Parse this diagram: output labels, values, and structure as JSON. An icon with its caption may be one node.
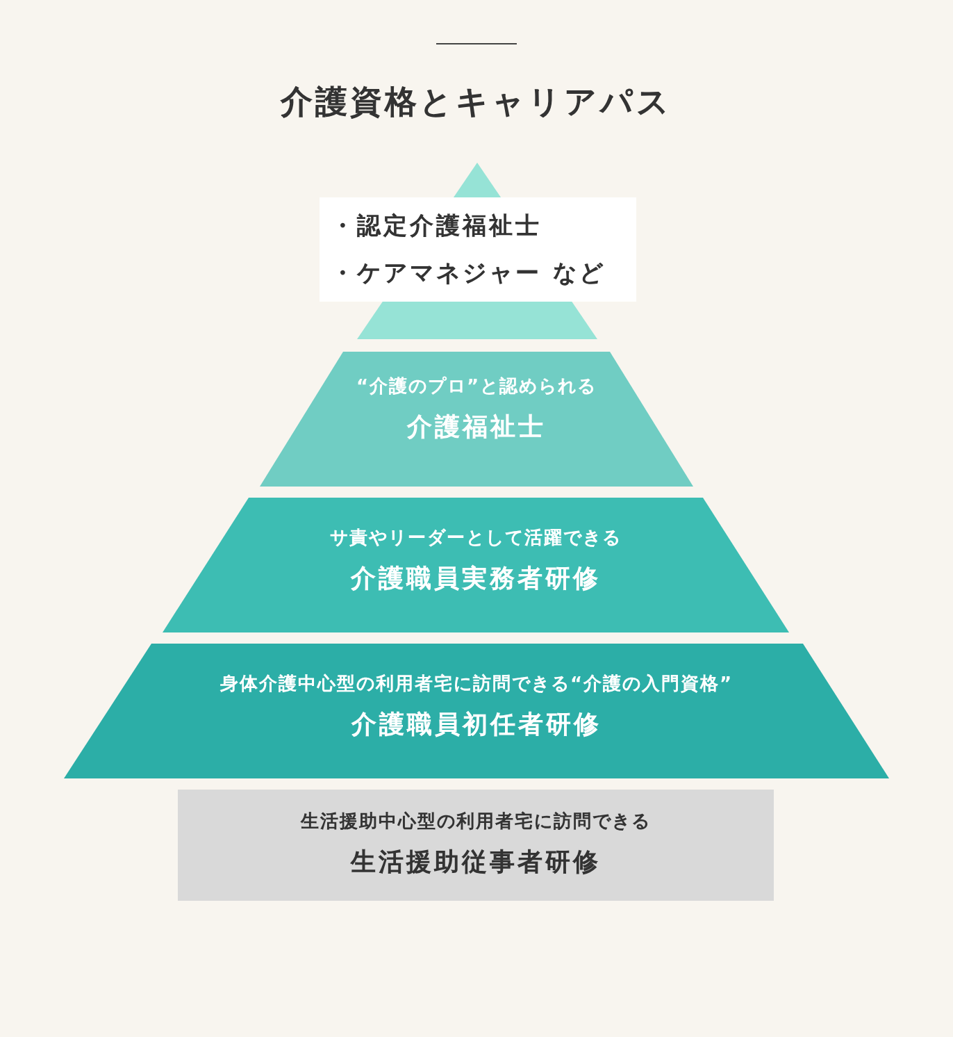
{
  "diagram": {
    "title": "介護資格とキャリアパス",
    "nodes": [
      {
        "text": [],
        "shape": "triangle"
      },
      {
        "text": [
          "・認定介護福祉士",
          "・ケアマネジャー など"
        ]
      },
      {
        "text": [
          "“介護のプロ”と認められる",
          "介護福祉士"
        ]
      },
      {
        "text": [
          "サ責やリーダーとして活躍できる",
          "介護職員実務者研修"
        ]
      },
      {
        "text": [
          "身体介護中心型の利用者宅に訪問できる“介護の入門資格”",
          "介護職員初任者研修"
        ]
      },
      {
        "text": [
          "生活援助中心型の利用者宅に訪問できる",
          "生活援助従事者研修"
        ]
      }
    ]
  }
}
